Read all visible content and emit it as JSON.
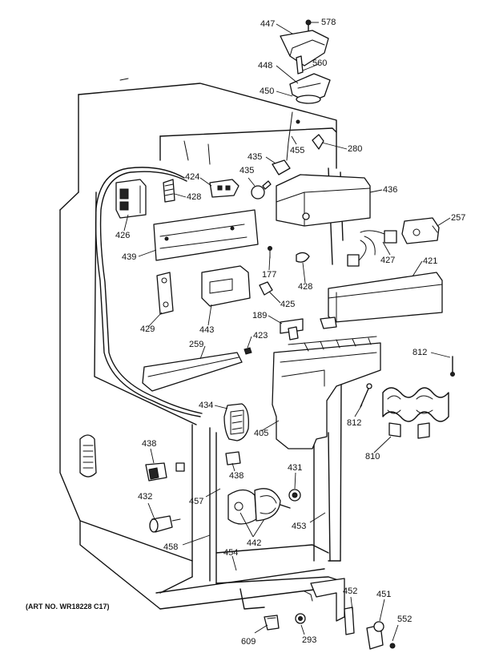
{
  "art_number": "(ART NO. WR18228 C17)",
  "part_labels": {
    "p447": "447",
    "p578": "578",
    "p448": "448",
    "p560": "560",
    "p450": "450",
    "p280": "280",
    "p455": "455",
    "p435a": "435",
    "p435b": "435",
    "p424": "424",
    "p428a": "428",
    "p436": "436",
    "p426": "426",
    "p257": "257",
    "p439": "439",
    "p177": "177",
    "p427": "427",
    "p421": "421",
    "p428b": "428",
    "p429": "429",
    "p443": "443",
    "p425": "425",
    "p189": "189",
    "p423": "423",
    "p259": "259",
    "p812a": "812",
    "p812b": "812",
    "p434": "434",
    "p405": "405",
    "p810": "810",
    "p438a": "438",
    "p438b": "438",
    "p431": "431",
    "p457": "457",
    "p432": "432",
    "p453": "453",
    "p442": "442",
    "p458": "458",
    "p454": "454",
    "p452": "452",
    "p451": "451",
    "p552": "552",
    "p609": "609",
    "p293": "293"
  }
}
